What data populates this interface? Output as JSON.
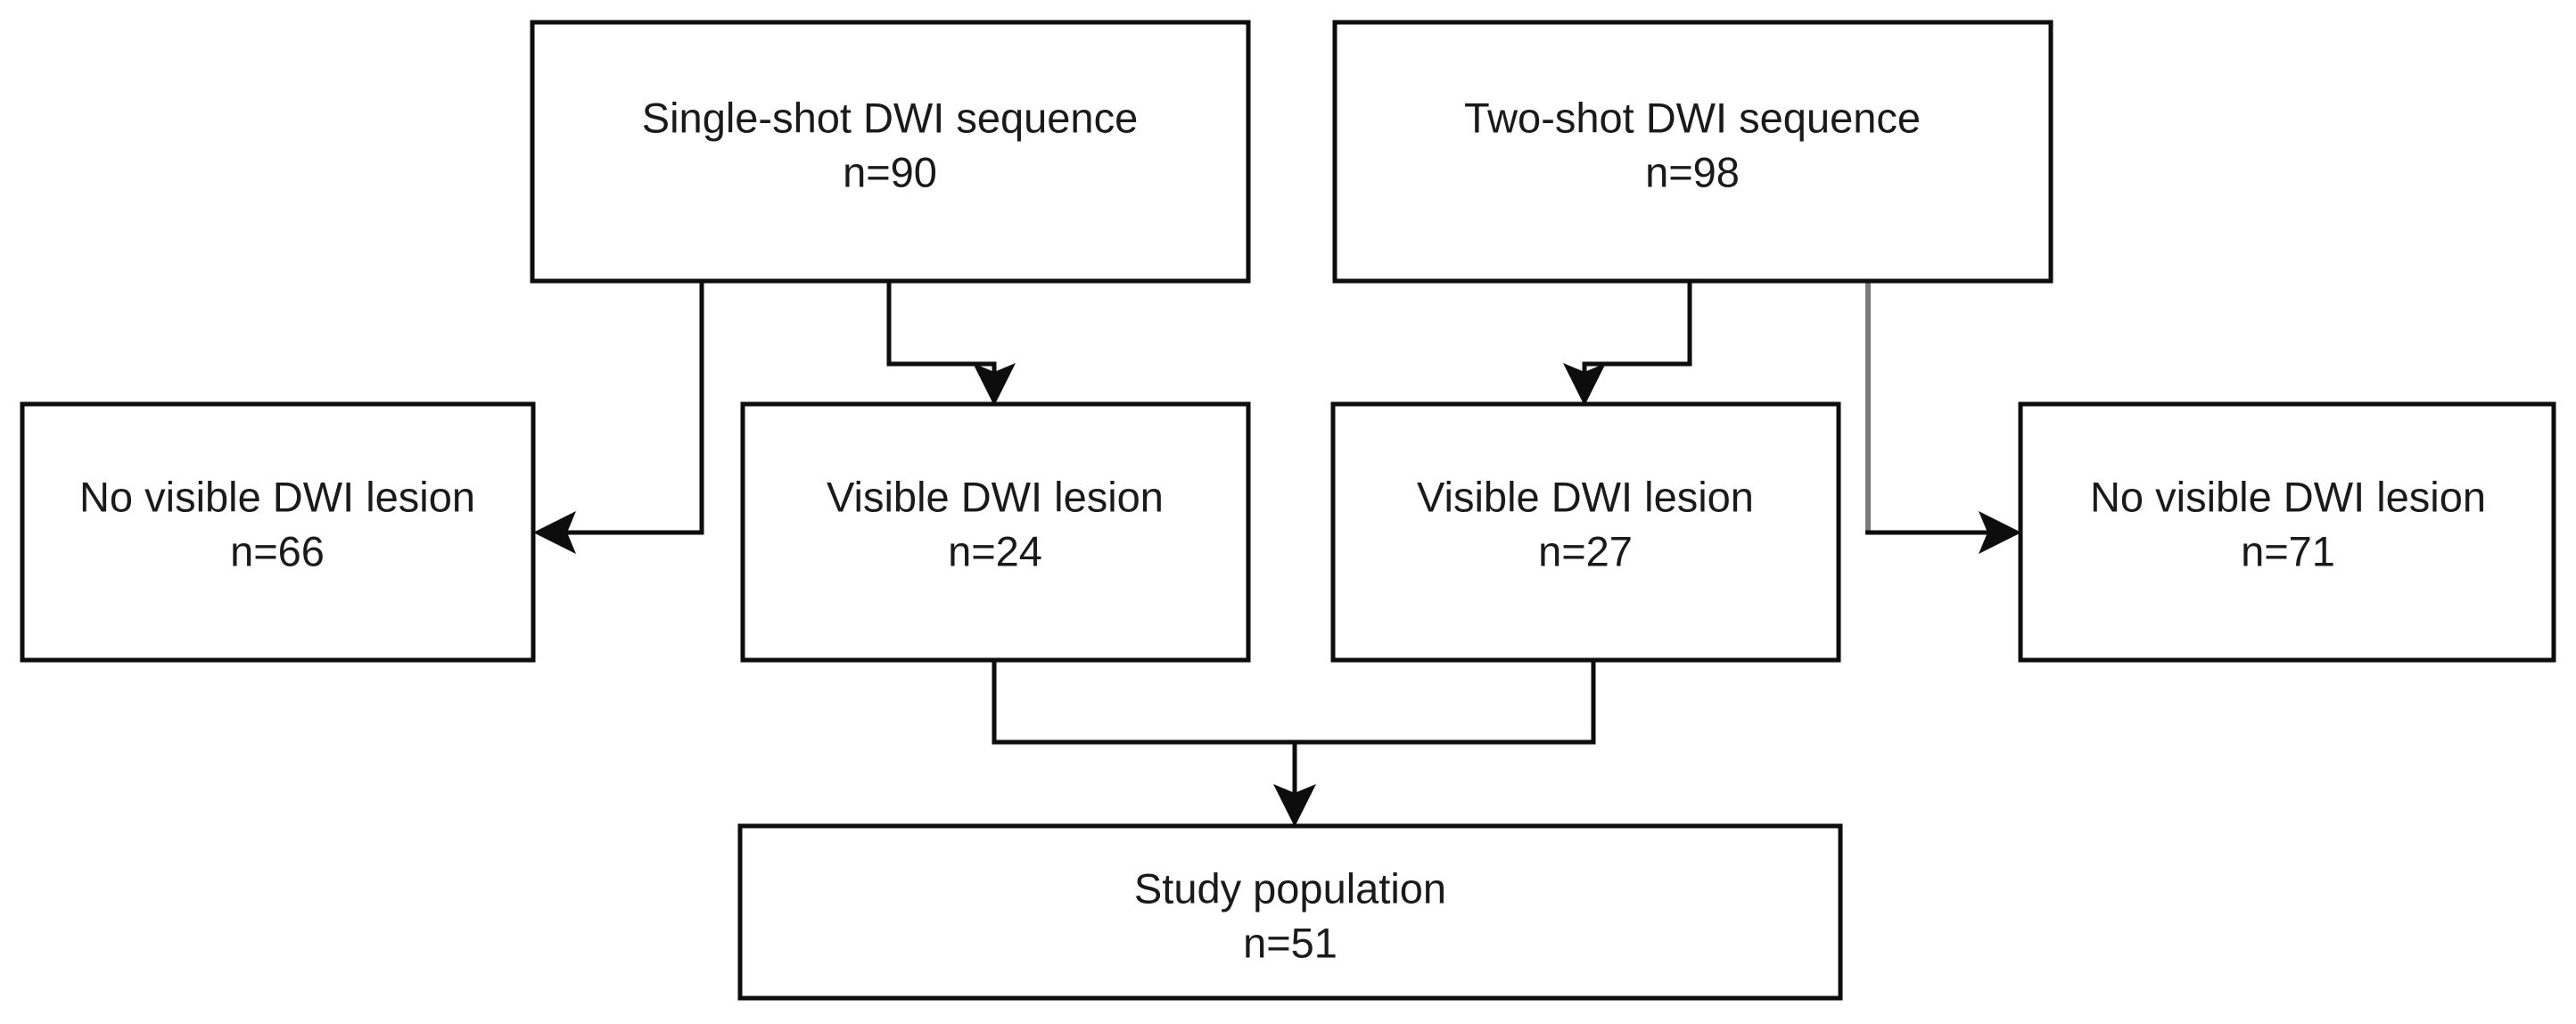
{
  "diagram": {
    "type": "flowchart",
    "title": "DWI sequence patient selection flowchart",
    "colors": {
      "background": "#ffffff",
      "box_stroke": "#0d0d0d",
      "text": "#1a1a1a",
      "edge": "#0d0d0d",
      "edge_gray": "#7a7a7a"
    },
    "nodes": [
      {
        "id": "single-shot",
        "line1": "Single-shot DWI sequence",
        "line2": "n=90",
        "n": 90
      },
      {
        "id": "two-shot",
        "line1": "Two-shot DWI sequence",
        "line2": "n=98",
        "n": 98
      },
      {
        "id": "no-lesion-single",
        "line1": "No visible DWI lesion",
        "line2": "n=66",
        "n": 66
      },
      {
        "id": "lesion-single",
        "line1": "Visible DWI lesion",
        "line2": "n=24",
        "n": 24
      },
      {
        "id": "lesion-two",
        "line1": "Visible DWI lesion",
        "line2": "n=27",
        "n": 27
      },
      {
        "id": "no-lesion-two",
        "line1": "No visible DWI lesion",
        "line2": "n=71",
        "n": 71
      },
      {
        "id": "study-population",
        "line1": "Study population",
        "line2": "n=51",
        "n": 51
      }
    ],
    "edges": [
      {
        "from": "single-shot",
        "to": "no-lesion-single",
        "arrow": "left"
      },
      {
        "from": "single-shot",
        "to": "lesion-single",
        "arrow": "down"
      },
      {
        "from": "two-shot",
        "to": "lesion-two",
        "arrow": "down"
      },
      {
        "from": "two-shot",
        "to": "no-lesion-two",
        "arrow": "right"
      },
      {
        "from": "lesion-single",
        "to": "study-population",
        "arrow": "down"
      },
      {
        "from": "lesion-two",
        "to": "study-population",
        "arrow": "down"
      }
    ]
  }
}
